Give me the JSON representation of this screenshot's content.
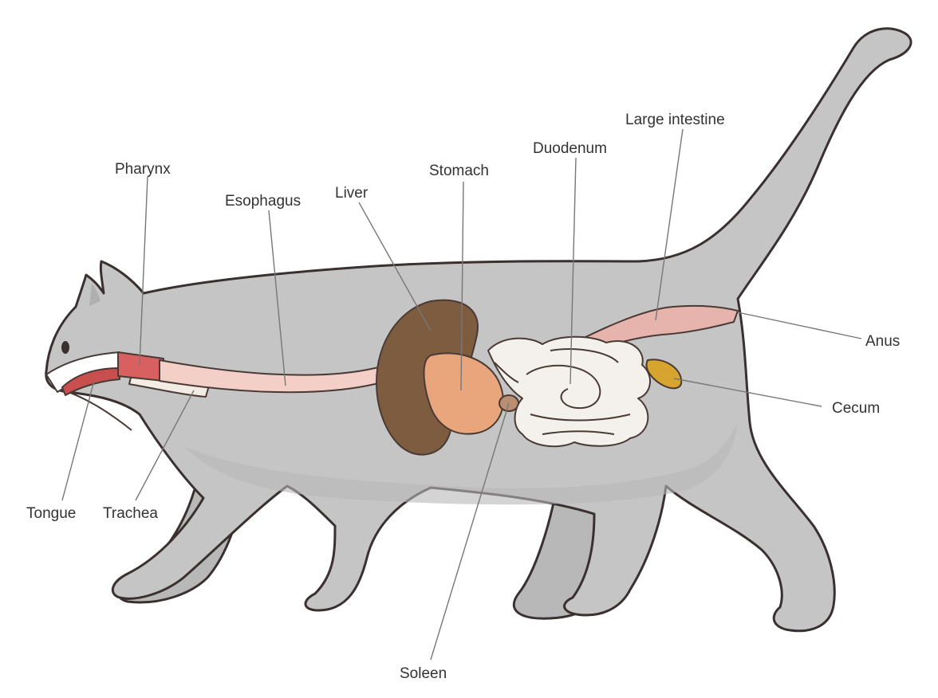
{
  "diagram": {
    "colors": {
      "body": "#c5c5c5",
      "body_shadow": "#b3b3b3",
      "outline": "#3a3030",
      "liver": "#7e5c40",
      "stomach": "#e9a57c",
      "esophagus": "#f3cfc8",
      "pharynx": "#d96060",
      "intestine": "#f4f1ec",
      "large_intestine": "#e7b4ad",
      "cecum": "#d7a52f",
      "spleen": "#b98e72",
      "tongue": "#c94e4e"
    },
    "labels": {
      "pharynx": "Pharynx",
      "esophagus": "Esophagus",
      "liver": "Liver",
      "stomach": "Stomach",
      "duodenum": "Duodenum",
      "large_intestine": "Large intestine",
      "anus": "Anus",
      "cecum": "Cecum",
      "tongue": "Tongue",
      "trachea": "Trachea",
      "spleen": "Soleen"
    }
  }
}
